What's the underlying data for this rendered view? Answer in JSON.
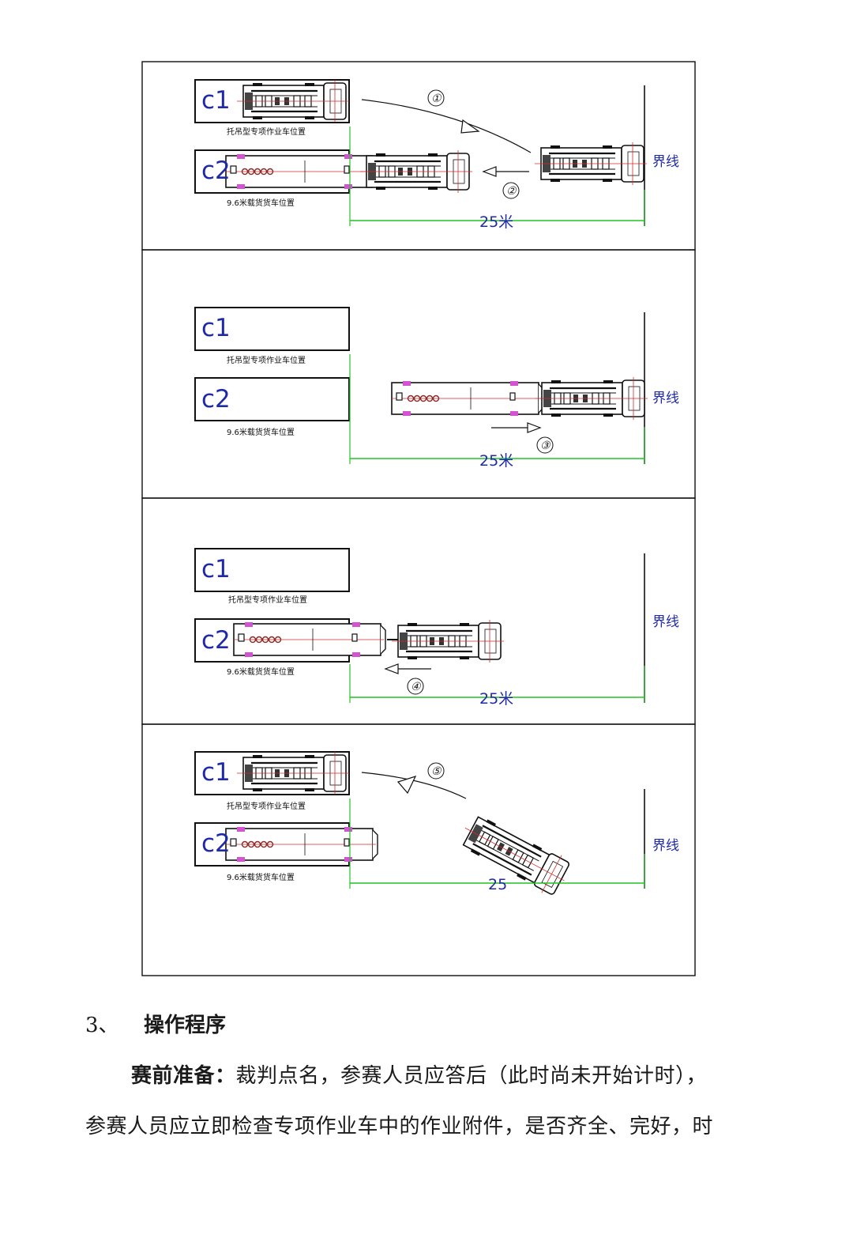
{
  "figure": {
    "panels": [
      {
        "slot1": {
          "label": "c1",
          "caption": "托吊型专项作业车位置",
          "occupied": true
        },
        "slot2": {
          "label": "c2",
          "caption": "9.6米载货货车位置",
          "occupied": true
        },
        "boundary": "界线",
        "distance": "25米",
        "steps": [
          "①",
          "②"
        ]
      },
      {
        "slot1": {
          "label": "c1",
          "caption": "托吊型专项作业车位置",
          "occupied": false
        },
        "slot2": {
          "label": "c2",
          "caption": "9.6米载货货车位置",
          "occupied": false
        },
        "boundary": "界线",
        "distance": "25米",
        "steps": [
          "③"
        ]
      },
      {
        "slot1": {
          "label": "c1",
          "caption": "托吊型专项作业车位置",
          "occupied": false
        },
        "slot2": {
          "label": "c2",
          "caption": "9.6米载货货车位置",
          "occupied": false
        },
        "boundary": "界线",
        "distance": "25米",
        "steps": [
          "④"
        ]
      },
      {
        "slot1": {
          "label": "c1",
          "caption": "托吊型专项作业车位置",
          "occupied": true
        },
        "slot2": {
          "label": "c2",
          "caption": "9.6米载货货车位置",
          "occupied": true
        },
        "boundary": "界线",
        "distance": "25",
        "steps": [
          "⑤"
        ]
      }
    ],
    "colors": {
      "dimension_line": "#22c322",
      "label_blue": "#1f2aa8",
      "hitch_magenta": "#d155d1",
      "centerline_red": "#d42a2a"
    }
  },
  "section": {
    "number": "3、",
    "title": "操作程序"
  },
  "paragraph": {
    "lead": "赛前准备：",
    "line1": "裁判点名，参赛人员应答后（此时尚未开始计时），",
    "line2": "参赛人员应立即检查专项作业车中的作业附件，是否齐全、完好，时"
  }
}
